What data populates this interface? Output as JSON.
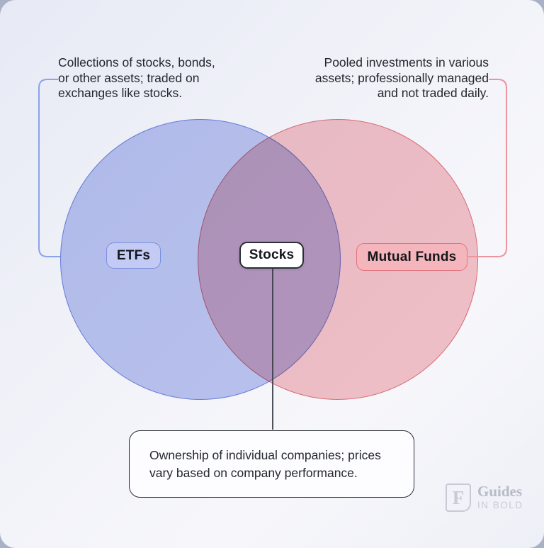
{
  "diagram": {
    "type": "venn",
    "title": null,
    "sets": [
      {
        "label": "ETFs",
        "note": "Collections of stocks, bonds,\nor other assets; traded on\nexchanges like stocks.",
        "color": "#bfc8f1"
      },
      {
        "label": "Mutual Funds",
        "note": "Pooled investments in various\nassets; professionally managed\nand not traded daily.",
        "color": "#f6c4c9"
      }
    ],
    "intersection": {
      "label": "Stocks",
      "note": "Ownership of individual companies; prices\nvary based on company performance."
    }
  },
  "logo": {
    "mark_letter": "F",
    "name": "Guides",
    "tagline": "IN BOLD"
  },
  "colors": {
    "outer_bg": "#a8b1c5",
    "card_bg1": "#e7eaf5",
    "card_bg2": "#f7f7fb",
    "blue_fill": "#bfc8f1",
    "blue_stroke": "#6b82dd",
    "pink_fill": "#f6c4c9",
    "pink_stroke": "#e07078",
    "blue_box_fill": "#c3cbf4",
    "blue_box_stroke": "#7a8fe0",
    "pink_box_fill": "#f5b5bc",
    "pink_box_stroke": "#e2737c",
    "connector_blue": "#8ba3e8",
    "connector_red": "#ec959c",
    "line_dark": "#3c4049",
    "text_dark": "#23272e",
    "border_dark": "#2b2f36",
    "logo_gray": "#b6bbc7",
    "logo_light": "#c7cbd5"
  }
}
